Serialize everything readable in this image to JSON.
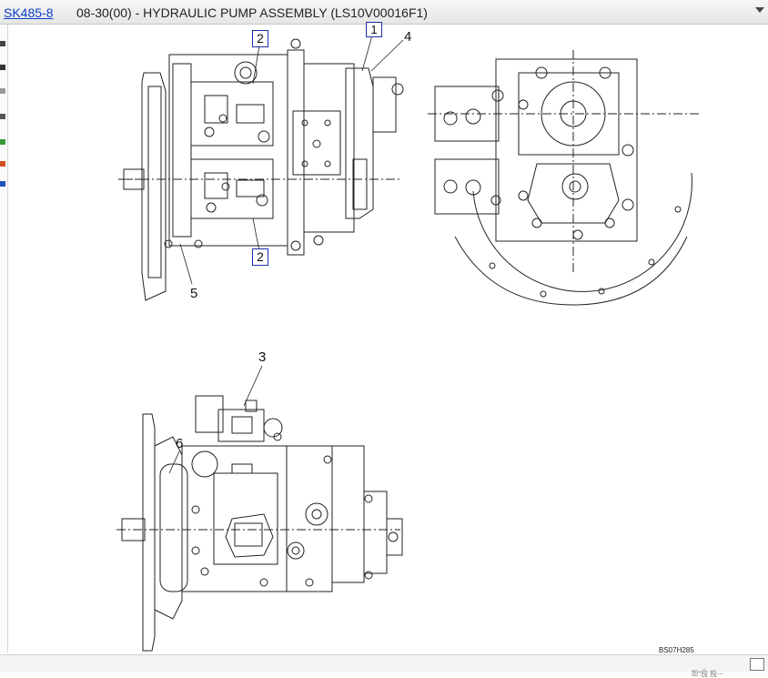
{
  "header": {
    "model_link": "SK485-8",
    "title": "08-30(00) - HYDRAULIC PUMP ASSEMBLY (LS10V00016F1)"
  },
  "callouts": {
    "c1": "1",
    "c2_top": "2",
    "c2_bottom": "2",
    "c3": "3",
    "c4": "4",
    "c5": "5",
    "c6": "6"
  },
  "figure_code": "BS07H285",
  "status": {
    "text": "ஐ-ஜ் ஜ..."
  },
  "colors": {
    "link": "#0a3fc8",
    "callout_box": "#1a2ea8",
    "line": "#222222"
  }
}
